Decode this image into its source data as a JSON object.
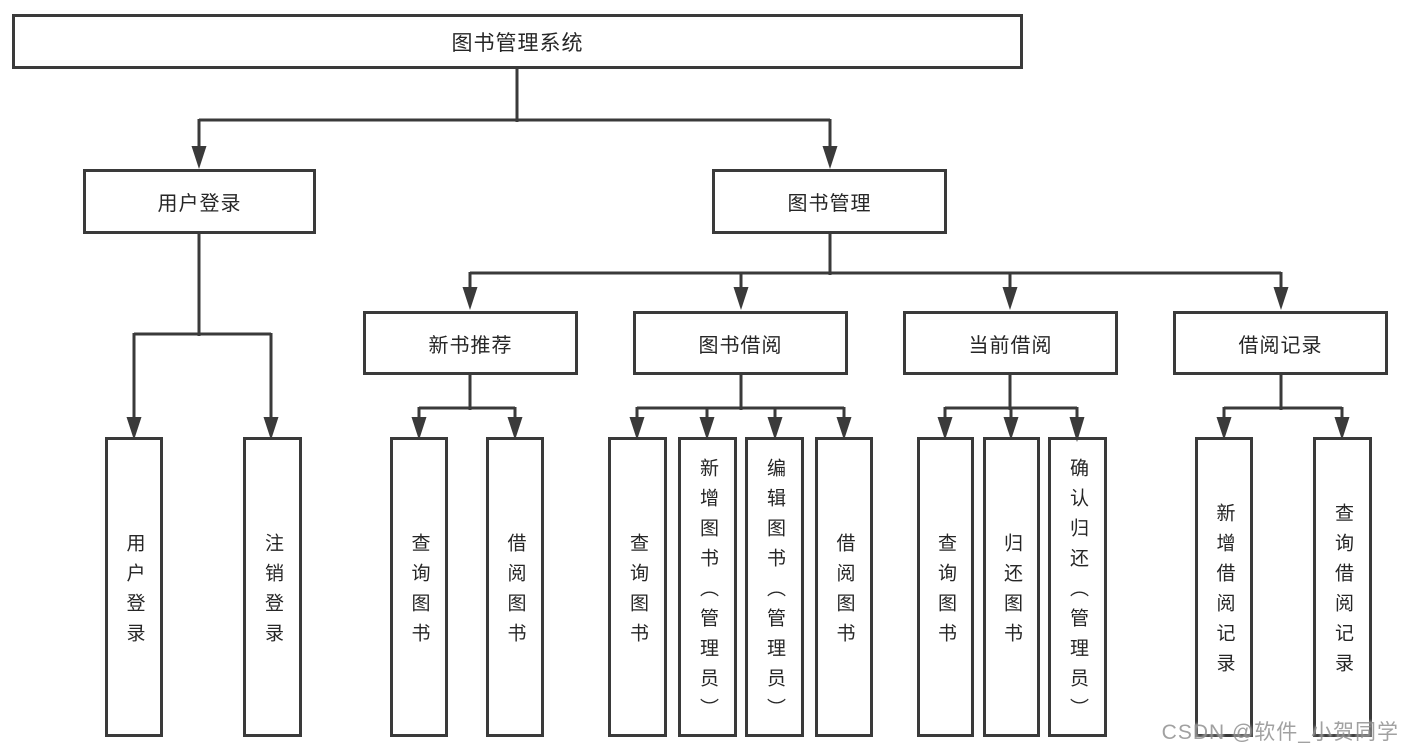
{
  "diagram_title": "图书管理系统",
  "tree": {
    "root": {
      "label": "图书管理系统"
    },
    "level2": {
      "user_login": {
        "label": "用户登录",
        "parent": "图书管理系统"
      },
      "book_mgmt": {
        "label": "图书管理",
        "parent": "图书管理系统"
      }
    },
    "level3": {
      "new_book_rec": {
        "label": "新书推荐",
        "parent": "图书管理"
      },
      "book_borrow": {
        "label": "图书借阅",
        "parent": "图书管理"
      },
      "current_borrow": {
        "label": "当前借阅",
        "parent": "图书管理"
      },
      "borrow_record": {
        "label": "借阅记录",
        "parent": "图书管理"
      }
    },
    "leaves": {
      "user_login": {
        "label": "用户登录",
        "parent": "用户登录"
      },
      "logout": {
        "label": "注销登录",
        "parent": "用户登录"
      },
      "nbr_query_books": {
        "label": "查询图书",
        "parent": "新书推荐"
      },
      "nbr_borrow_books": {
        "label": "借阅图书",
        "parent": "新书推荐"
      },
      "bb_query_books": {
        "label": "查询图书",
        "parent": "图书借阅"
      },
      "bb_add_books": {
        "label": "新增图书（管理员）",
        "parent": "图书借阅"
      },
      "bb_edit_books": {
        "label": "编辑图书（管理员）",
        "parent": "图书借阅"
      },
      "bb_borrow_books": {
        "label": "借阅图书",
        "parent": "图书借阅"
      },
      "cb_query_books": {
        "label": "查询图书",
        "parent": "当前借阅"
      },
      "cb_return_books": {
        "label": "归还图书",
        "parent": "当前借阅"
      },
      "cb_confirm_return": {
        "label": "确认归还（管理员）",
        "parent": "当前借阅"
      },
      "br_add_record": {
        "label": "新增借阅记录",
        "parent": "借阅记录"
      },
      "br_query_record": {
        "label": "查询借阅记录",
        "parent": "借阅记录"
      }
    }
  },
  "watermark": {
    "text": "CSDN @软件_小贺同学"
  },
  "colors": {
    "line": "#3a3a3a",
    "box_border": "#3a3a3a",
    "text": "#262626",
    "watermark": "#8a8a8a",
    "background": "#ffffff"
  }
}
